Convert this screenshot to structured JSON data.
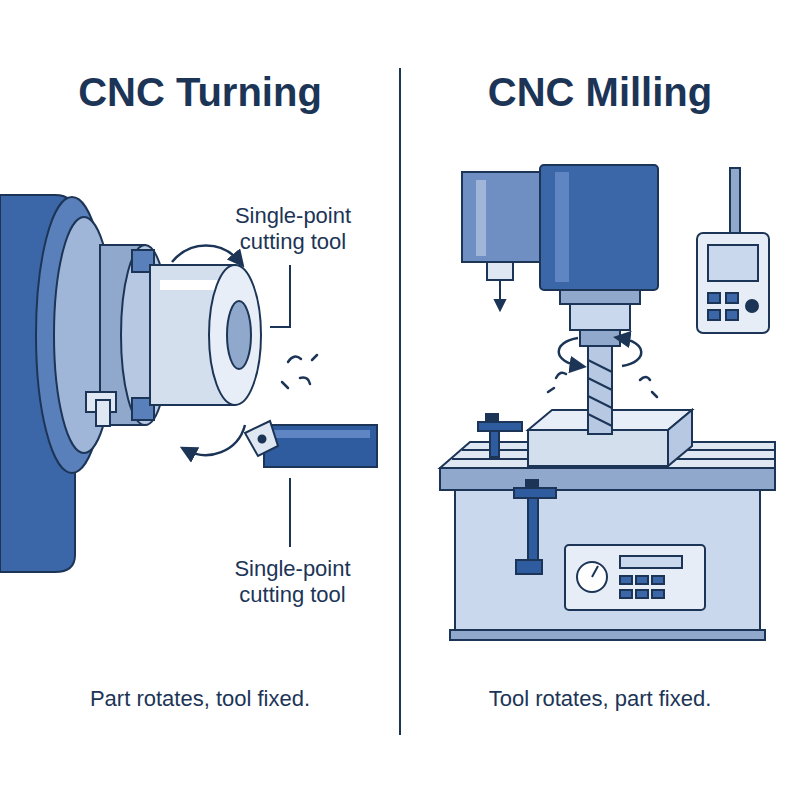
{
  "diagram": {
    "labels": [
      "CNC Turning",
      "CNC Milling",
      "Single-point cutting tool",
      "Single-point cutting tool",
      "Part rotates, tool fixed.",
      "Tool rotates, part fixed."
    ]
  }
}
